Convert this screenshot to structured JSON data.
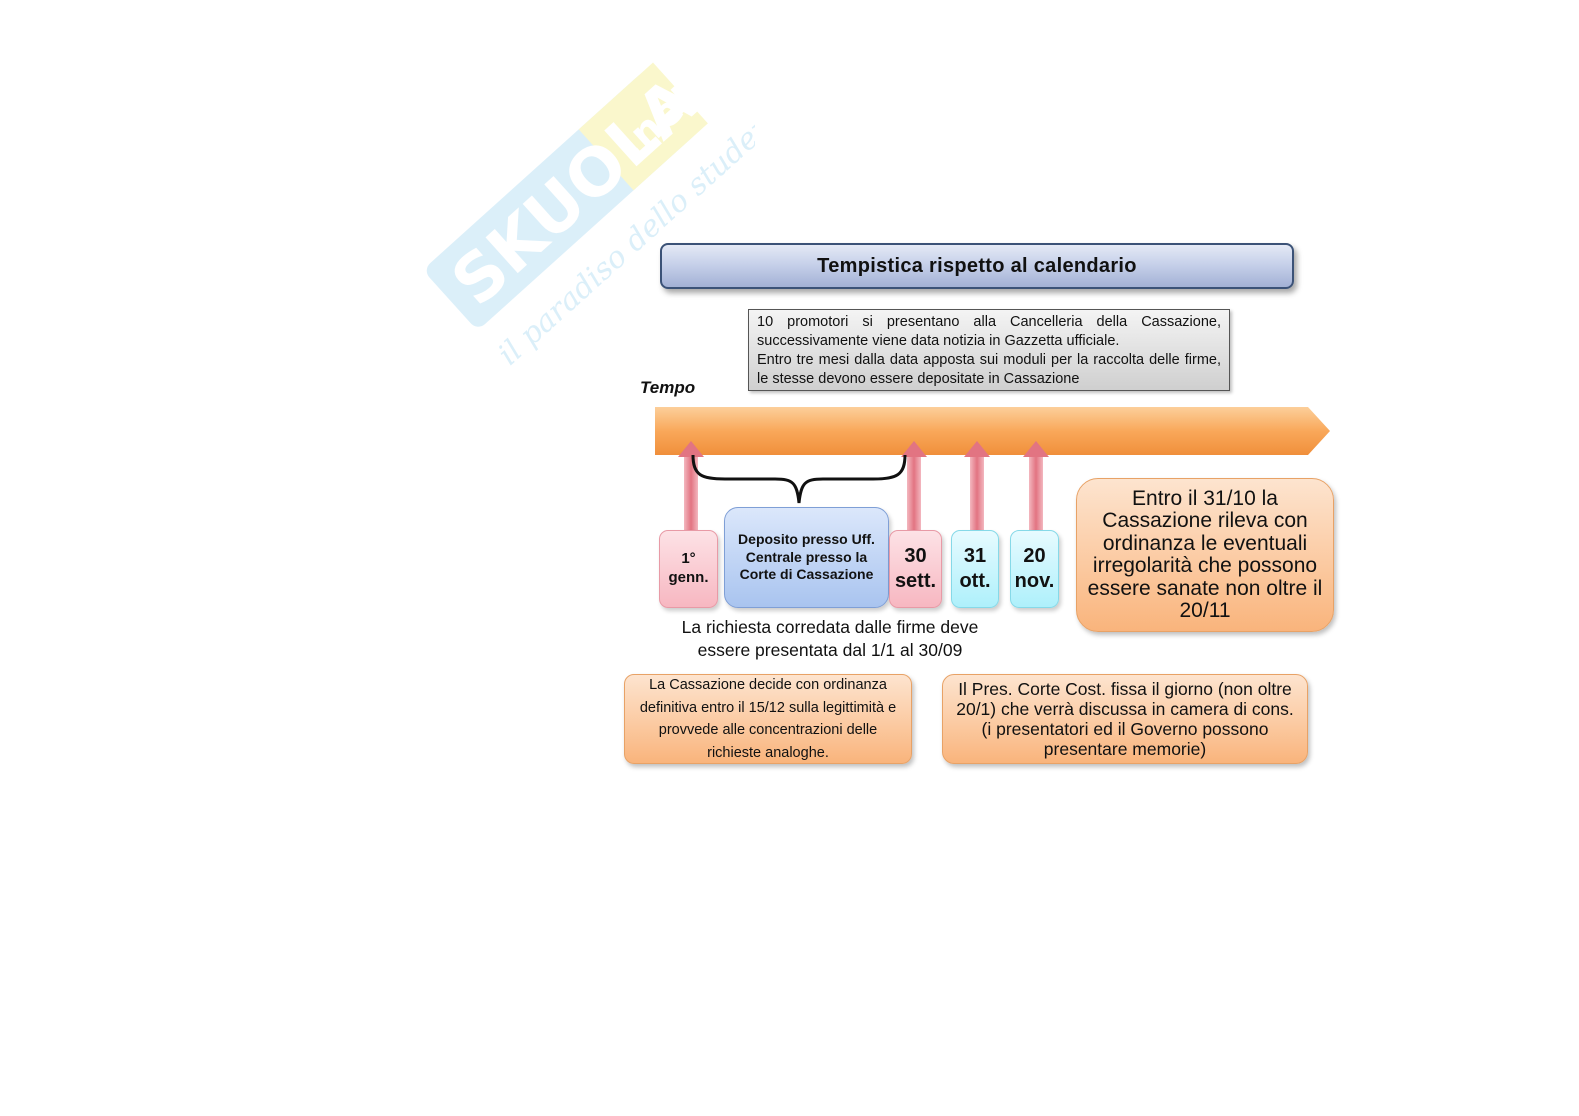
{
  "watermark": {
    "logo_text": "SKUOLA.net",
    "tagline": "il paradiso dello studente"
  },
  "title": "Tempistica rispetto al calendario",
  "note": {
    "line1": "10 promotori si presentano alla Cancelleria della Cassazione, successivamente viene data notizia in Gazzetta ufficiale.",
    "line2": "Entro tre mesi dalla data apposta sui moduli per la raccolta delle firme, le stesse devono essere depositate in Cassazione"
  },
  "axis_label": "Tempo",
  "dates": {
    "genn_1": "1°",
    "genn_2": "genn.",
    "deposito": "Deposito presso Uff. Centrale presso la Corte di Cassazione",
    "sett_1": "30",
    "sett_2": "sett.",
    "ott_1": "31",
    "ott_2": "ott.",
    "nov_1": "20",
    "nov_2": "nov."
  },
  "irregolarita": "Entro il 31/10 la Cassazione rileva con ordinanza le eventuali irregolarità che possono essere sanate non oltre il 20/11",
  "richiesta": "La richiesta corredata dalle firme deve essere presentata dal 1/1 al 30/09",
  "cassazione_decide": "La Cassazione decide con ordinanza definitiva entro il 15/12 sulla legittimità e provvede alle concentrazioni delle richieste analoghe.",
  "corte_cost": "Il Pres. Corte Cost. fissa il giorno (non oltre 20/1) che verrà discussa in camera di cons. (i presentatori ed il Governo possono presentare memorie)",
  "colors": {
    "timeline": "#f7a35c",
    "arrow": "#e8808e",
    "title_border": "#3b5277",
    "box_orange": "#fbc89e"
  }
}
